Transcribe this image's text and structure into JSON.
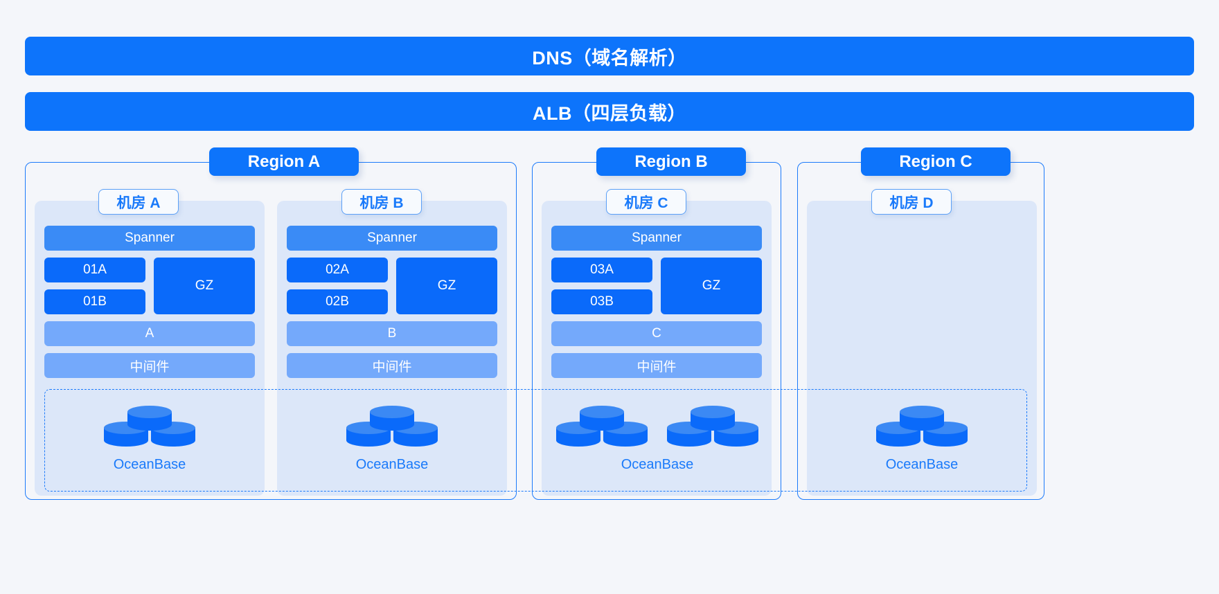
{
  "page": {
    "background_color": "#f4f6fa",
    "accent_blue": "#0d74fb",
    "light_blue": "#74a9fb",
    "room_background": "#dce7f9",
    "ocean_text_color": "#1a7afa"
  },
  "top_bars": {
    "dns": "DNS（域名解析）",
    "alb": "ALB（四层负载）"
  },
  "regions": [
    {
      "id": "region-a",
      "label": "Region A"
    },
    {
      "id": "region-b",
      "label": "Region B"
    },
    {
      "id": "region-c",
      "label": "Region C"
    }
  ],
  "rooms": [
    {
      "id": "room-a",
      "label": "机房 A",
      "spanner": "Spanner",
      "azs": [
        "01A",
        "01B"
      ],
      "gz": "GZ",
      "unit": "A",
      "middleware": "中间件",
      "oceanbase": "OceanBase",
      "db_clusters": 1
    },
    {
      "id": "room-b",
      "label": "机房 B",
      "spanner": "Spanner",
      "azs": [
        "02A",
        "02B"
      ],
      "gz": "GZ",
      "unit": "B",
      "middleware": "中间件",
      "oceanbase": "OceanBase",
      "db_clusters": 1
    },
    {
      "id": "room-c",
      "label": "机房 C",
      "spanner": "Spanner",
      "azs": [
        "03A",
        "03B"
      ],
      "gz": "GZ",
      "unit": "C",
      "middleware": "中间件",
      "oceanbase": "OceanBase",
      "db_clusters": 2
    },
    {
      "id": "room-d",
      "label": "机房 D",
      "spanner": "",
      "azs": [],
      "gz": "",
      "unit": "",
      "middleware": "",
      "oceanbase": "OceanBase",
      "db_clusters": 1
    }
  ]
}
